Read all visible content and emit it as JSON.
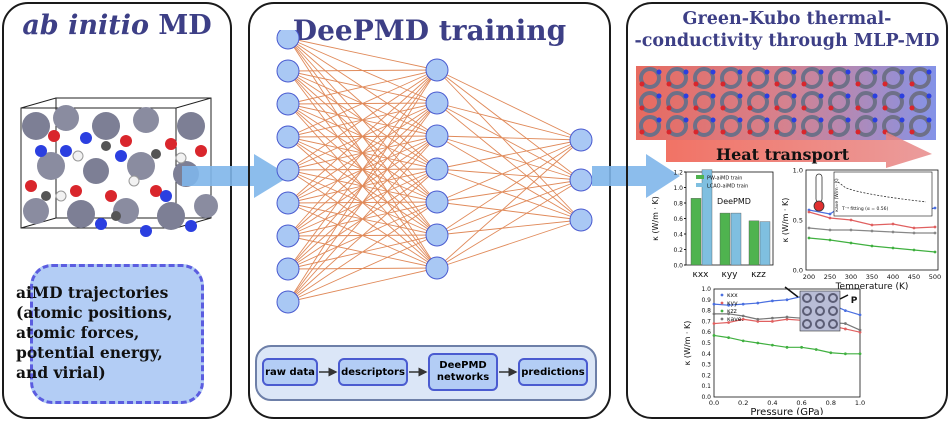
{
  "panels": {
    "aimd": {
      "title_italic": "ab initio",
      "title_rest": " MD",
      "trajectories": [
        "aiMD trajectories",
        "(atomic positions,",
        "atomic forces,",
        "potential energy,",
        "and virial)"
      ]
    },
    "training": {
      "title": "DeePMD training",
      "pipeline": [
        "raw data",
        "descriptors",
        "DeePMD networks",
        "predictions"
      ]
    },
    "green_kubo": {
      "title_line1": "Green-Kubo thermal-",
      "title_line2": "-conductivity through MLP-MD",
      "heat_label": "Heat transport"
    }
  },
  "colors": {
    "title": "#3d3f86",
    "node_fill": "#a9c8f4",
    "edge": "#e08a5a",
    "arrow": "#7fb6ea",
    "box_fill": "#b3cdf5",
    "box_border": "#5b5de0"
  },
  "chart_data": [
    {
      "type": "bar",
      "categories": [
        "κxx",
        "κyy",
        "κzz"
      ],
      "series": [
        {
          "name": "PW-aiMD train",
          "values": [
            0.86,
            0.67,
            0.57
          ]
        },
        {
          "name": "LCAO-aiMD train",
          "values": [
            1.23,
            0.67,
            0.56
          ]
        }
      ],
      "annotation": "DeePMD",
      "ylabel": "κ (W/m · K)",
      "ylim": [
        0,
        1.2
      ],
      "yticks": [
        "0.0",
        "0.2",
        "0.4",
        "0.6",
        "0.8",
        "1.0",
        "1.2"
      ]
    },
    {
      "type": "line",
      "xlabel": "Temperature (K)",
      "ylabel": "κ (W/m · K)",
      "x": [
        200,
        250,
        300,
        350,
        400,
        450,
        500
      ],
      "xticks": [
        "200",
        "250",
        "300",
        "350",
        "400",
        "450",
        "500"
      ],
      "yticks": [
        "0.0",
        "0.5",
        "1.0"
      ],
      "ylim": [
        0,
        1.0
      ],
      "series": [
        {
          "values": [
            0.6,
            0.56,
            0.7,
            0.62,
            0.63,
            0.58,
            0.62
          ]
        },
        {
          "values": [
            0.58,
            0.52,
            0.5,
            0.45,
            0.46,
            0.42,
            0.43
          ]
        },
        {
          "values": [
            0.42,
            0.4,
            0.4,
            0.39,
            0.38,
            0.37,
            0.37
          ]
        },
        {
          "values": [
            0.32,
            0.3,
            0.27,
            0.24,
            0.22,
            0.2,
            0.18
          ]
        }
      ],
      "inset": {
        "ylabel": "κave (W/m · K)",
        "legend": "T⁻ᵅ fitting (α = 0.56)"
      }
    },
    {
      "type": "line",
      "xlabel": "Pressure (GPa)",
      "ylabel": "κ (W/m · K)",
      "x": [
        0.0,
        0.1,
        0.2,
        0.3,
        0.4,
        0.5,
        0.6,
        0.7,
        0.8,
        0.9,
        1.0
      ],
      "xticks": [
        "0.0",
        "0.2",
        "0.4",
        "0.6",
        "0.8",
        "1.0"
      ],
      "yticks": [
        "0.0",
        "0.1",
        "0.2",
        "0.3",
        "0.4",
        "0.5",
        "0.6",
        "0.7",
        "0.8",
        "0.9",
        "1.0"
      ],
      "ylim": [
        0,
        1.0
      ],
      "series": [
        {
          "name": "κxx",
          "values": [
            0.86,
            0.85,
            0.86,
            0.87,
            0.89,
            0.9,
            0.93,
            0.88,
            0.86,
            0.8,
            0.76
          ]
        },
        {
          "name": "κyy",
          "values": [
            0.68,
            0.69,
            0.72,
            0.7,
            0.7,
            0.72,
            0.71,
            0.69,
            0.66,
            0.63,
            0.6
          ]
        },
        {
          "name": "κzz",
          "values": [
            0.57,
            0.55,
            0.52,
            0.5,
            0.48,
            0.46,
            0.46,
            0.44,
            0.41,
            0.4,
            0.4
          ]
        },
        {
          "name": "κave.",
          "values": [
            0.77,
            0.77,
            0.75,
            0.72,
            0.73,
            0.74,
            0.73,
            0.7,
            0.69,
            0.68,
            0.62
          ]
        }
      ],
      "inset_label": "P"
    }
  ]
}
